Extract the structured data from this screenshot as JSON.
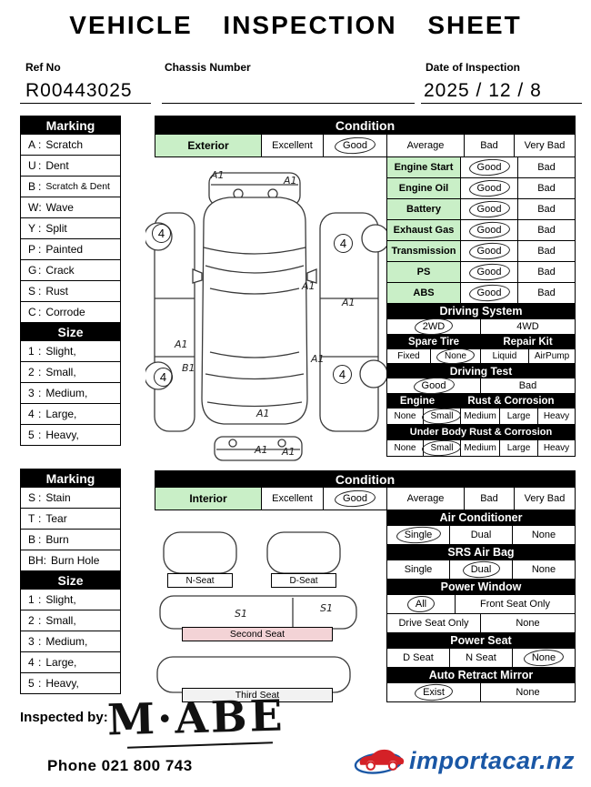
{
  "title": "VEHICLE INSPECTION SHEET",
  "ui": {
    "colon": ":"
  },
  "colors": {
    "label_green": "#c9efc7",
    "second_seat_pink": "#f3d3d6",
    "logo_blue": "#1a57a5",
    "logo_red": "#d42127"
  },
  "header": {
    "ref_no_label": "Ref No",
    "ref_no_value": "R00443025",
    "chassis_label": "Chassis Number",
    "date_label": "Date of Inspection",
    "date_value": "2025 / 12 / 8"
  },
  "ext_marking": {
    "title": "Marking",
    "rows": [
      {
        "code": "A",
        "label": "Scratch"
      },
      {
        "code": "U",
        "label": "Dent"
      },
      {
        "code": "B",
        "label": "Scratch & Dent"
      },
      {
        "code": "W",
        "label": "Wave"
      },
      {
        "code": "Y",
        "label": "Split"
      },
      {
        "code": "P",
        "label": "Painted"
      },
      {
        "code": "G",
        "label": "Crack"
      },
      {
        "code": "S",
        "label": "Rust"
      },
      {
        "code": "C",
        "label": "Corrode"
      }
    ],
    "size_title": "Size",
    "sizes": [
      {
        "code": "1",
        "label": "Slight,"
      },
      {
        "code": "2",
        "label": "Small,"
      },
      {
        "code": "3",
        "label": "Medium,"
      },
      {
        "code": "4",
        "label": "Large,"
      },
      {
        "code": "5",
        "label": "Heavy,"
      }
    ]
  },
  "int_marking": {
    "title": "Marking",
    "rows": [
      {
        "code": "S",
        "label": "Stain"
      },
      {
        "code": "T",
        "label": "Tear"
      },
      {
        "code": "B",
        "label": "Burn"
      },
      {
        "code": "BH",
        "label": "Burn Hole"
      }
    ],
    "size_title": "Size",
    "sizes": [
      {
        "code": "1",
        "label": "Slight,"
      },
      {
        "code": "2",
        "label": "Small,"
      },
      {
        "code": "3",
        "label": "Medium,"
      },
      {
        "code": "4",
        "label": "Large,"
      },
      {
        "code": "5",
        "label": "Heavy,"
      }
    ]
  },
  "exterior": {
    "condition_title": "Condition",
    "row_label": "Exterior",
    "options": [
      "Excellent",
      "Good",
      "Average",
      "Bad",
      "Very Bad"
    ],
    "selected": "Good"
  },
  "checks": [
    {
      "label": "Engine Start",
      "options": [
        "Good",
        "Bad"
      ],
      "selected": "Good"
    },
    {
      "label": "Engine Oil",
      "options": [
        "Good",
        "Bad"
      ],
      "selected": "Good"
    },
    {
      "label": "Battery",
      "options": [
        "Good",
        "Bad"
      ],
      "selected": "Good"
    },
    {
      "label": "Exhaust Gas",
      "options": [
        "Good",
        "Bad"
      ],
      "selected": "Good"
    },
    {
      "label": "Transmission",
      "options": [
        "Good",
        "Bad"
      ],
      "selected": "Good"
    },
    {
      "label": "PS",
      "options": [
        "Good",
        "Bad"
      ],
      "selected": "Good"
    },
    {
      "label": "ABS",
      "options": [
        "Good",
        "Bad"
      ],
      "selected": "Good"
    }
  ],
  "driving_system": {
    "title": "Driving System",
    "options": [
      "2WD",
      "4WD"
    ],
    "selected": "2WD"
  },
  "spare_repair": {
    "spare_title": "Spare Tire",
    "repair_title": "Repair Kit",
    "options": [
      "Fixed",
      "None",
      "Liquid",
      "AirPump"
    ],
    "selected": "None"
  },
  "driving_test": {
    "title": "Driving Test",
    "options": [
      "Good",
      "Bad"
    ],
    "selected": "Good"
  },
  "engine_rust": {
    "title_left": "Engine",
    "title_right": "Rust & Corrosion",
    "options": [
      "None",
      "Small",
      "Medium",
      "Large",
      "Heavy"
    ],
    "selected": "Small"
  },
  "underbody_rust": {
    "title": "Under Body Rust & Corrosion",
    "options": [
      "None",
      "Small",
      "Medium",
      "Large",
      "Heavy"
    ],
    "selected": "Small"
  },
  "interior": {
    "condition_title": "Condition",
    "row_label": "Interior",
    "options": [
      "Excellent",
      "Good",
      "Average",
      "Bad",
      "Very Bad"
    ],
    "selected": "Good"
  },
  "air_conditioner": {
    "title": "Air Conditioner",
    "options": [
      "Single",
      "Dual",
      "None"
    ],
    "selected": "Single"
  },
  "srs_airbag": {
    "title": "SRS Air Bag",
    "options": [
      "Single",
      "Dual",
      "None"
    ],
    "selected": "Dual"
  },
  "power_window": {
    "title": "Power Window",
    "row1": {
      "options": [
        "All",
        "Front Seat Only"
      ],
      "selected": "All"
    },
    "row2": {
      "options": [
        "Drive Seat Only",
        "None"
      ]
    }
  },
  "power_seat": {
    "title": "Power Seat",
    "options": [
      "D Seat",
      "N Seat",
      "None"
    ],
    "selected": "None"
  },
  "auto_retract_mirror": {
    "title": "Auto Retract Mirror",
    "options": [
      "Exist",
      "None"
    ],
    "selected": "Exist"
  },
  "car_diagram": {
    "wheel_marks": [
      "4",
      "4",
      "4",
      "4"
    ],
    "labels": [
      "A1",
      "A1",
      "A1",
      "A1",
      "A1",
      "A1",
      "A1",
      "A1",
      "A1",
      "B1"
    ]
  },
  "seat_diagram": {
    "n_seat": "N-Seat",
    "d_seat": "D-Seat",
    "second_seat": "Second Seat",
    "third_seat": "Third  Seat",
    "marks": [
      "S1",
      "S1"
    ]
  },
  "footer": {
    "inspected_by": "Inspected by:",
    "signature": "M·ABE",
    "phone": "Phone 021 800 743",
    "logo_text": "importacar.nz"
  }
}
